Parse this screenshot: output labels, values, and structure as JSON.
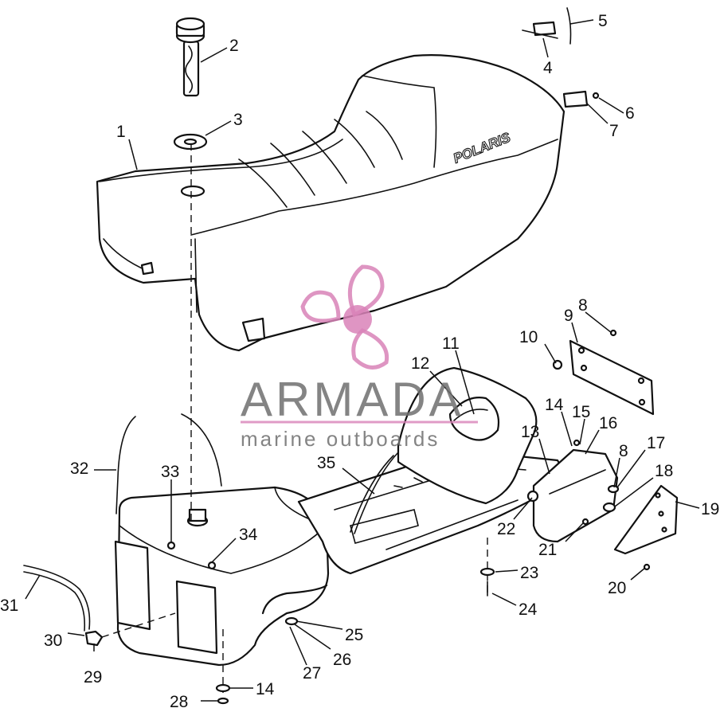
{
  "diagram": {
    "callouts": [
      {
        "id": "c1",
        "text": "1"
      },
      {
        "id": "c2",
        "text": "2"
      },
      {
        "id": "c3",
        "text": "3"
      },
      {
        "id": "c4",
        "text": "4"
      },
      {
        "id": "c5",
        "text": "5"
      },
      {
        "id": "c6",
        "text": "6"
      },
      {
        "id": "c7",
        "text": "7"
      },
      {
        "id": "c8a",
        "text": "8"
      },
      {
        "id": "c9",
        "text": "9"
      },
      {
        "id": "c10",
        "text": "10"
      },
      {
        "id": "c11",
        "text": "11"
      },
      {
        "id": "c12",
        "text": "12"
      },
      {
        "id": "c13",
        "text": "13"
      },
      {
        "id": "c14a",
        "text": "14"
      },
      {
        "id": "c15",
        "text": "15"
      },
      {
        "id": "c16",
        "text": "16"
      },
      {
        "id": "c8b",
        "text": "8"
      },
      {
        "id": "c17",
        "text": "17"
      },
      {
        "id": "c18",
        "text": "18"
      },
      {
        "id": "c19",
        "text": "19"
      },
      {
        "id": "c20",
        "text": "20"
      },
      {
        "id": "c21",
        "text": "21"
      },
      {
        "id": "c22",
        "text": "22"
      },
      {
        "id": "c23",
        "text": "23"
      },
      {
        "id": "c24",
        "text": "24"
      },
      {
        "id": "c25",
        "text": "25"
      },
      {
        "id": "c26",
        "text": "26"
      },
      {
        "id": "c27",
        "text": "27"
      },
      {
        "id": "c28",
        "text": "28"
      },
      {
        "id": "c14b",
        "text": "14"
      },
      {
        "id": "c29",
        "text": "29"
      },
      {
        "id": "c30",
        "text": "30"
      },
      {
        "id": "c31",
        "text": "31"
      },
      {
        "id": "c32",
        "text": "32"
      },
      {
        "id": "c33",
        "text": "33"
      },
      {
        "id": "c34",
        "text": "34"
      },
      {
        "id": "c35",
        "text": "35"
      }
    ],
    "seat_logo": "POLARIS"
  },
  "watermark": {
    "brand": "ARMADA",
    "tagline": "marine outboards",
    "color": "#d983b8",
    "icon": "propeller-icon"
  }
}
